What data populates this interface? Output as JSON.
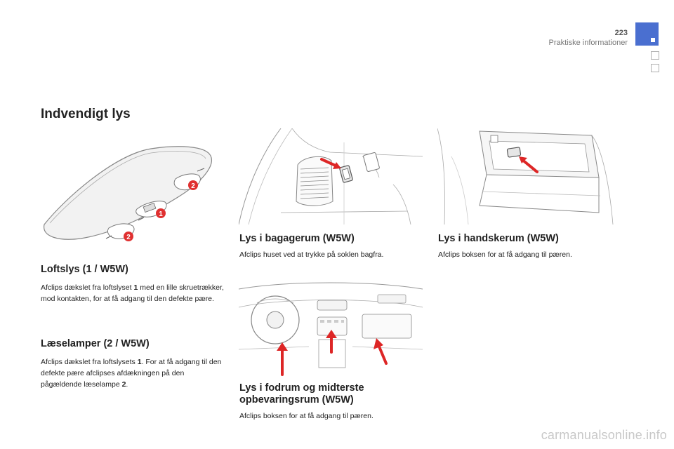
{
  "header": {
    "page_number": "223",
    "section_name": "Praktiske informationer"
  },
  "main_title": "Indvendigt lys",
  "loftslys": {
    "title": "Loftslys (1 / W5W)",
    "text_1": "Afclips dækslet fra loftslyset ",
    "ref_1": "1",
    "text_2": " med en lille skruetrækker, mod kontakten, for at få adgang til den defekte pære.",
    "callout_1": "1",
    "callout_2a": "2",
    "callout_2b": "2"
  },
  "laeselamper": {
    "title": "Læselamper (2 / W5W)",
    "text_1": "Afclips dækslet fra loftslysets ",
    "ref_1": "1",
    "text_2": ". For at få adgang til den defekte pære afclipses afdækningen på den pågældende læselampe ",
    "ref_2": "2",
    "text_3": "."
  },
  "bagagerum": {
    "title": "Lys i bagagerum (W5W)",
    "text": "Afclips huset ved at trykke på soklen bagfra."
  },
  "handskerum": {
    "title": "Lys i handskerum (W5W)",
    "text": "Afclips boksen for at få adgang til pæren."
  },
  "fodrum": {
    "title_line1": "Lys i fodrum og midterste",
    "title_line2": "opbevaringsrum (W5W)",
    "text": "Afclips boksen for at få adgang til pæren."
  },
  "watermark": "carmanualsonline.info",
  "colors": {
    "accent_blue": "#4a6fd0",
    "callout_red": "#e03030",
    "arrow_red": "#dd2626"
  }
}
